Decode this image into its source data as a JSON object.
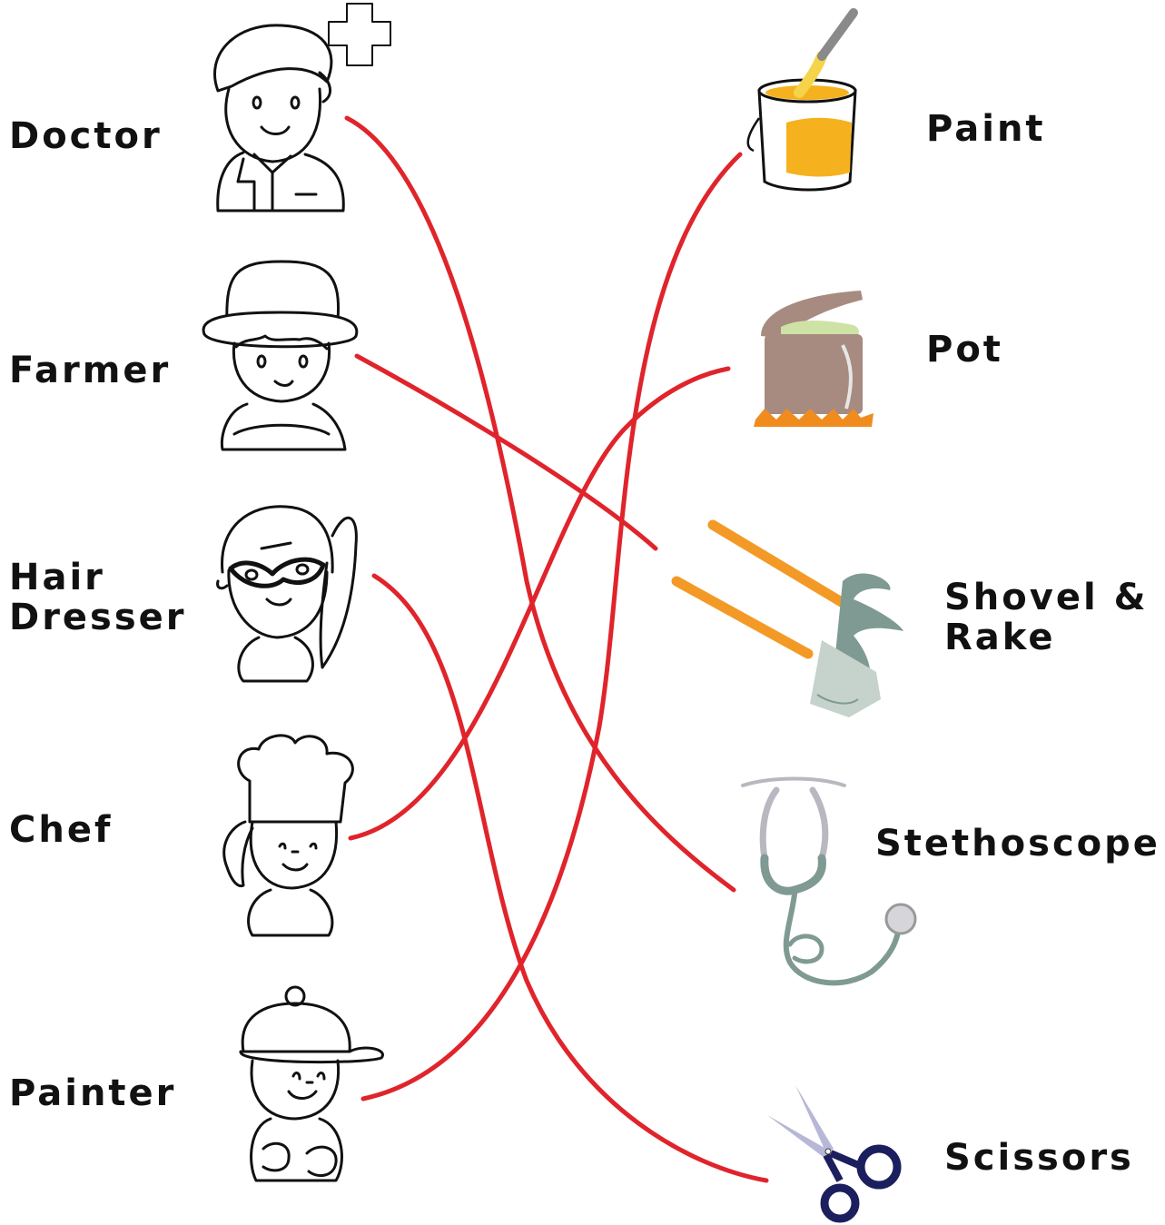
{
  "occupations": [
    {
      "label": "Doctor"
    },
    {
      "label": "Farmer"
    },
    {
      "label_line1": "Hair",
      "label_line2": "Dresser"
    },
    {
      "label": "Chef"
    },
    {
      "label": "Painter"
    }
  ],
  "tools": [
    {
      "label": "Paint"
    },
    {
      "label": "Pot"
    },
    {
      "label_line1": "Shovel &",
      "label_line2": "Rake"
    },
    {
      "label": "Stethoscope"
    },
    {
      "label": "Scissors"
    }
  ],
  "matches": [
    {
      "occupation": "Doctor",
      "tool": "Stethoscope"
    },
    {
      "occupation": "Farmer",
      "tool": "Shovel & Rake"
    },
    {
      "occupation": "Hair Dresser",
      "tool": "Scissors"
    },
    {
      "occupation": "Chef",
      "tool": "Pot"
    },
    {
      "occupation": "Painter",
      "tool": "Paint"
    }
  ],
  "colors": {
    "line": "#e0242b",
    "paint": "#f5b21e",
    "handle": "#f39a26",
    "pot": "#a78b80",
    "tool_metal": "#7f9a92",
    "scissors": "#1c1f5e"
  }
}
